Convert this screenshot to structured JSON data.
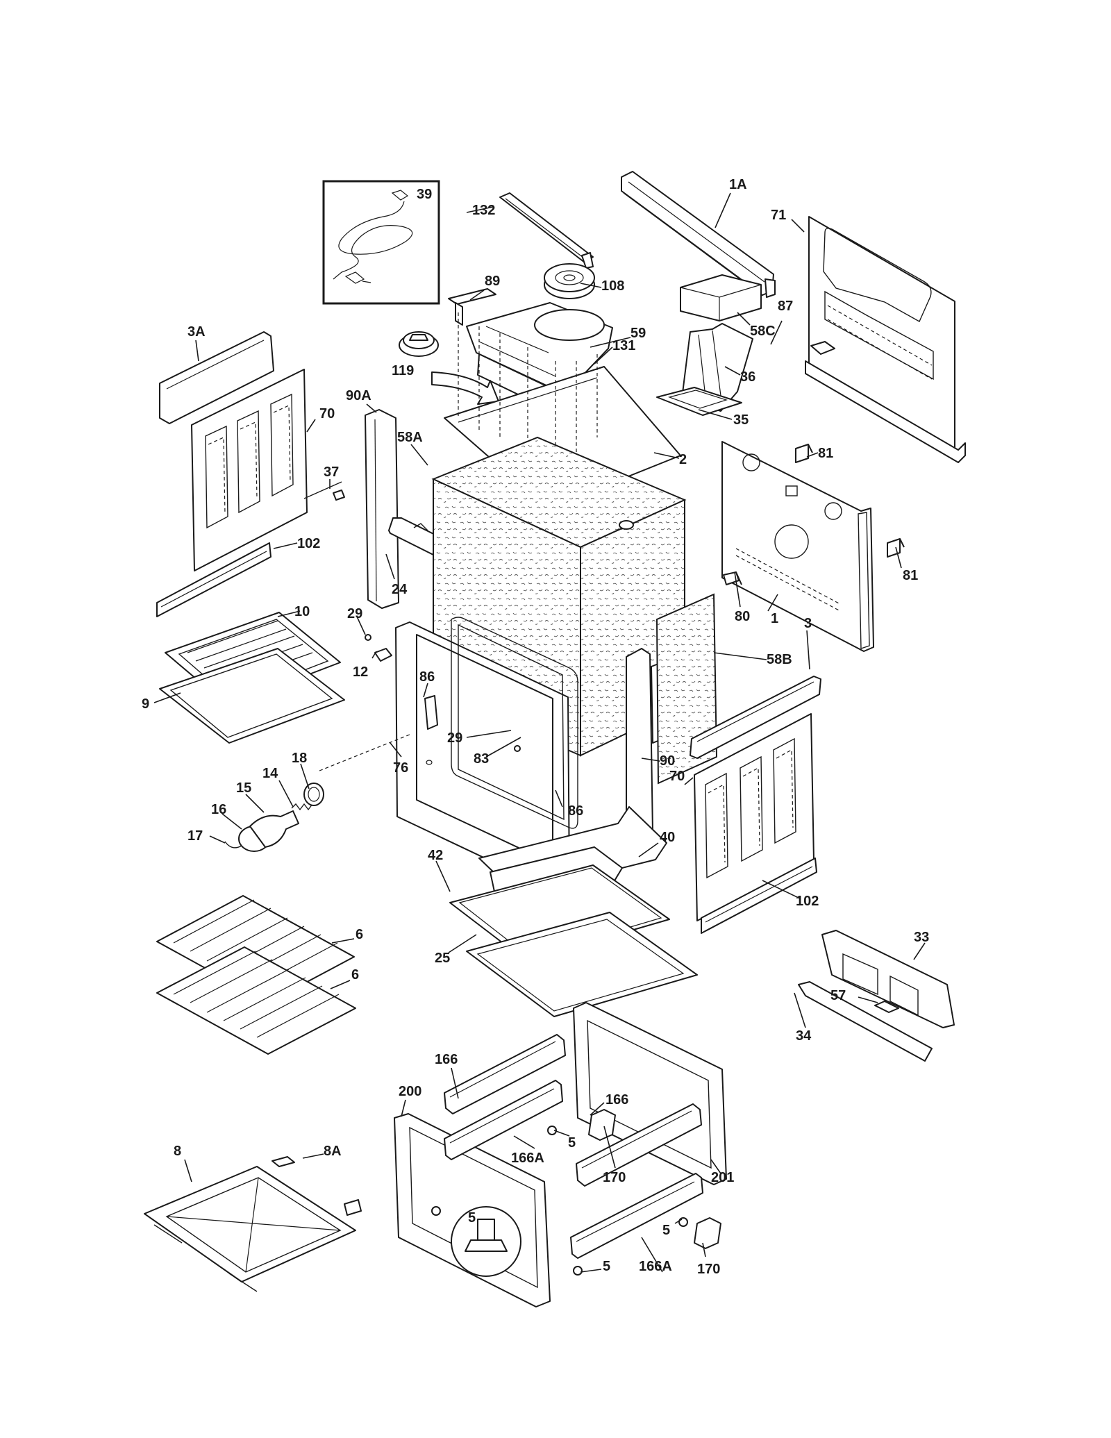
{
  "labels": [
    {
      "id": "39",
      "text": "39"
    },
    {
      "id": "132",
      "text": "132"
    },
    {
      "id": "1A",
      "text": "1A"
    },
    {
      "id": "71",
      "text": "71"
    },
    {
      "id": "89",
      "text": "89"
    },
    {
      "id": "108",
      "text": "108"
    },
    {
      "id": "59",
      "text": "59"
    },
    {
      "id": "58C",
      "text": "58C"
    },
    {
      "id": "87",
      "text": "87"
    },
    {
      "id": "3A",
      "text": "3A"
    },
    {
      "id": "119",
      "text": "119"
    },
    {
      "id": "131",
      "text": "131"
    },
    {
      "id": "36",
      "text": "36"
    },
    {
      "id": "35",
      "text": "35"
    },
    {
      "id": "70a",
      "text": "70"
    },
    {
      "id": "90A",
      "text": "90A"
    },
    {
      "id": "58A",
      "text": "58A"
    },
    {
      "id": "2",
      "text": "2"
    },
    {
      "id": "81a",
      "text": "81"
    },
    {
      "id": "37",
      "text": "37"
    },
    {
      "id": "102a",
      "text": "102"
    },
    {
      "id": "24",
      "text": "24"
    },
    {
      "id": "81b",
      "text": "81"
    },
    {
      "id": "10",
      "text": "10"
    },
    {
      "id": "29a",
      "text": "29"
    },
    {
      "id": "80",
      "text": "80"
    },
    {
      "id": "1",
      "text": "1"
    },
    {
      "id": "3",
      "text": "3"
    },
    {
      "id": "12",
      "text": "12"
    },
    {
      "id": "86a",
      "text": "86"
    },
    {
      "id": "58B",
      "text": "58B"
    },
    {
      "id": "9",
      "text": "9"
    },
    {
      "id": "29b",
      "text": "29"
    },
    {
      "id": "83",
      "text": "83"
    },
    {
      "id": "90",
      "text": "90"
    },
    {
      "id": "18",
      "text": "18"
    },
    {
      "id": "76",
      "text": "76"
    },
    {
      "id": "14",
      "text": "14"
    },
    {
      "id": "15",
      "text": "15"
    },
    {
      "id": "70b",
      "text": "70"
    },
    {
      "id": "86b",
      "text": "86"
    },
    {
      "id": "16",
      "text": "16"
    },
    {
      "id": "17",
      "text": "17"
    },
    {
      "id": "40",
      "text": "40"
    },
    {
      "id": "42",
      "text": "42"
    },
    {
      "id": "102b",
      "text": "102"
    },
    {
      "id": "6a",
      "text": "6"
    },
    {
      "id": "33",
      "text": "33"
    },
    {
      "id": "25",
      "text": "25"
    },
    {
      "id": "6b",
      "text": "6"
    },
    {
      "id": "57",
      "text": "57"
    },
    {
      "id": "34",
      "text": "34"
    },
    {
      "id": "166a",
      "text": "166"
    },
    {
      "id": "200",
      "text": "200"
    },
    {
      "id": "166b",
      "text": "166"
    },
    {
      "id": "5a",
      "text": "5"
    },
    {
      "id": "8",
      "text": "8"
    },
    {
      "id": "8A",
      "text": "8A"
    },
    {
      "id": "166Aa",
      "text": "166A"
    },
    {
      "id": "170a",
      "text": "170"
    },
    {
      "id": "201",
      "text": "201"
    },
    {
      "id": "5b",
      "text": "5"
    },
    {
      "id": "5c",
      "text": "5"
    },
    {
      "id": "170b",
      "text": "170"
    },
    {
      "id": "166Ab",
      "text": "166A"
    },
    {
      "id": "5d",
      "text": "5"
    }
  ]
}
